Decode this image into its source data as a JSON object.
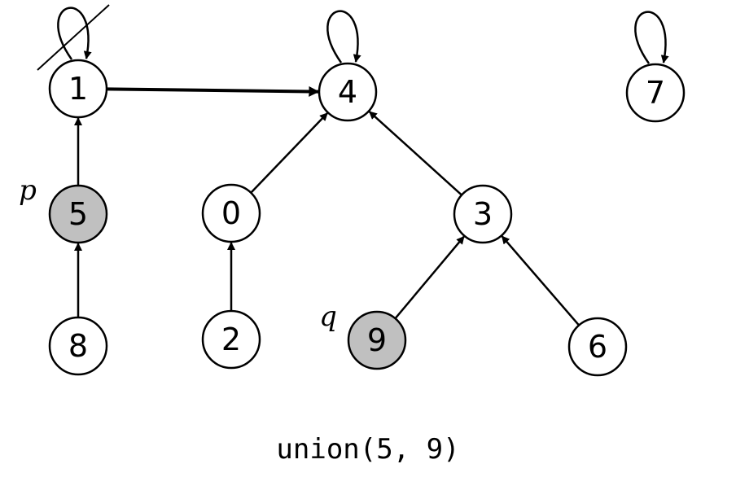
{
  "nodes": [
    {
      "id": "1",
      "label": "1",
      "highlighted": false
    },
    {
      "id": "4",
      "label": "4",
      "highlighted": false
    },
    {
      "id": "7",
      "label": "7",
      "highlighted": false
    },
    {
      "id": "5",
      "label": "5",
      "highlighted": true
    },
    {
      "id": "0",
      "label": "0",
      "highlighted": false
    },
    {
      "id": "3",
      "label": "3",
      "highlighted": false
    },
    {
      "id": "8",
      "label": "8",
      "highlighted": false
    },
    {
      "id": "2",
      "label": "2",
      "highlighted": false
    },
    {
      "id": "9",
      "label": "9",
      "highlighted": true
    },
    {
      "id": "6",
      "label": "6",
      "highlighted": false
    }
  ],
  "edges": [
    {
      "from": "1",
      "to": "4",
      "bold": true
    },
    {
      "from": "5",
      "to": "1"
    },
    {
      "from": "8",
      "to": "5"
    },
    {
      "from": "0",
      "to": "4"
    },
    {
      "from": "2",
      "to": "0"
    },
    {
      "from": "3",
      "to": "4"
    },
    {
      "from": "9",
      "to": "3"
    },
    {
      "from": "6",
      "to": "3"
    }
  ],
  "self_loops": [
    {
      "node": "1",
      "crossed_out": true
    },
    {
      "node": "4",
      "crossed_out": false
    },
    {
      "node": "7",
      "crossed_out": false
    }
  ],
  "pointer_labels": [
    {
      "node": "5",
      "text": "p"
    },
    {
      "node": "9",
      "text": "q"
    }
  ],
  "colors": {
    "highlight": "#c0c0c0",
    "normal": "#ffffff",
    "stroke": "#000000"
  },
  "caption": "union(5, 9)"
}
